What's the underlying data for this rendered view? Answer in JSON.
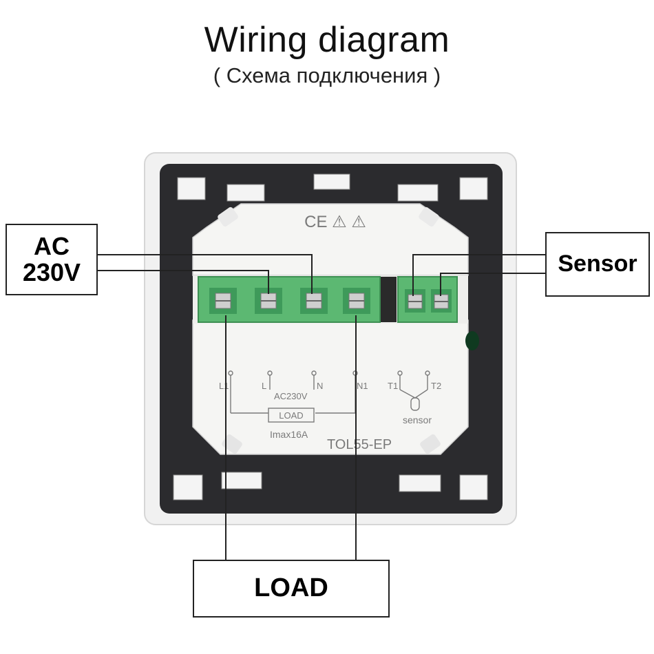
{
  "title": "Wiring diagram",
  "subtitle": "( Схема подключения )",
  "labels": {
    "ac_line1": "AC",
    "ac_line2": "230V",
    "sensor": "Sensor",
    "load": "LOAD"
  },
  "device": {
    "cert_marks": "CE ⚠ ⚠",
    "terminals": {
      "l1": "L1",
      "l": "L",
      "n": "N",
      "n1": "N1",
      "t1": "T1",
      "t2": "T2"
    },
    "ac_marking": "AC230V",
    "load_marking": "LOAD",
    "imax": "Imax16A",
    "sensor_marking": "sensor",
    "model": "TOL55-EP"
  },
  "colors": {
    "terminal_green": "#5cb872",
    "frame_dark": "#2b2b2e",
    "housing": "#f3f3f1",
    "wire": "#222222"
  }
}
